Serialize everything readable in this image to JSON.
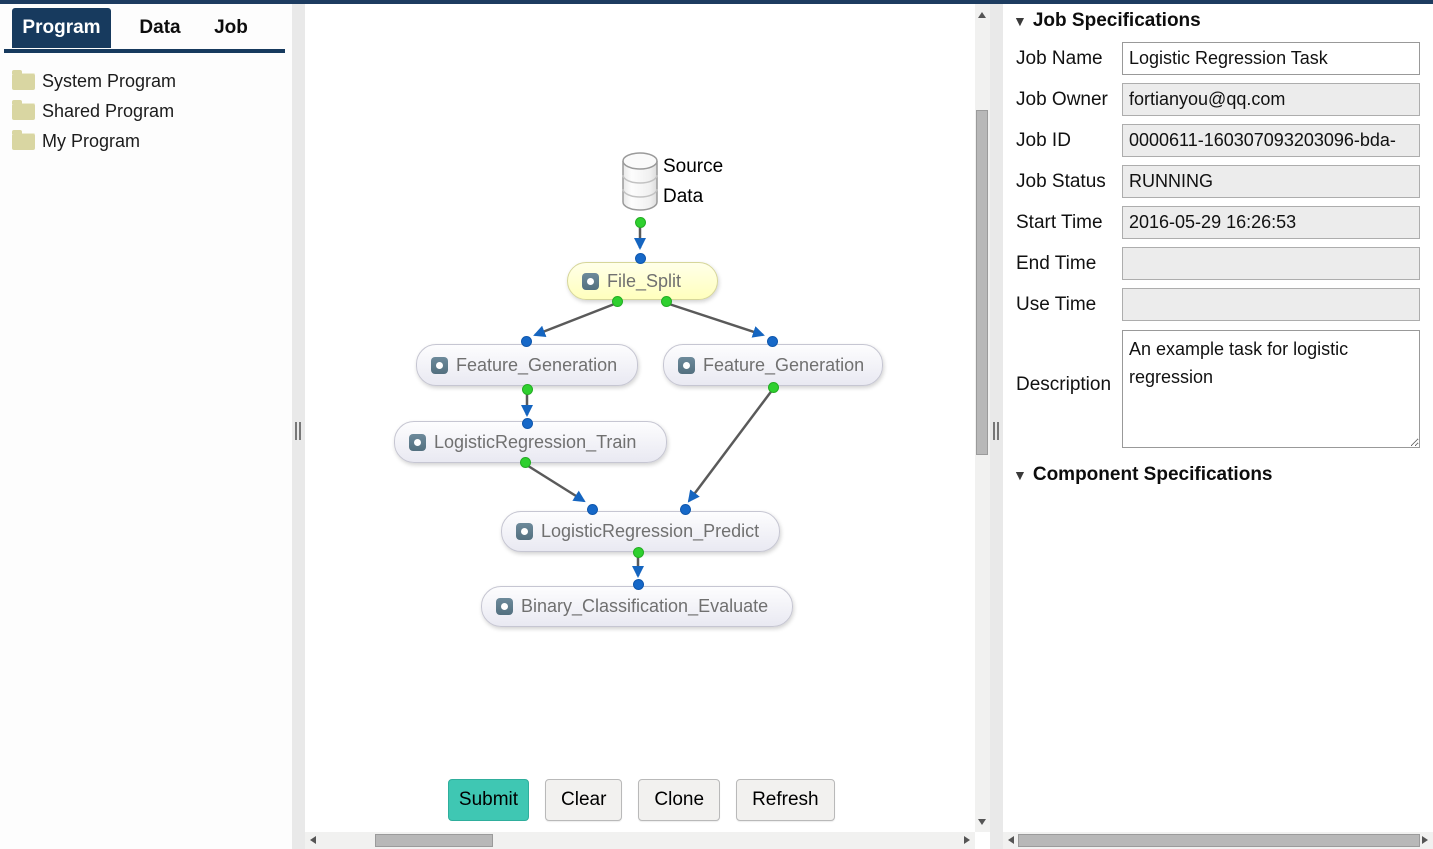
{
  "tabs": [
    {
      "label": "Program",
      "active": true
    },
    {
      "label": "Data",
      "active": false
    },
    {
      "label": "Job",
      "active": false
    }
  ],
  "sidebar": {
    "items": [
      {
        "label": "System Program"
      },
      {
        "label": "Shared Program"
      },
      {
        "label": "My Program"
      }
    ]
  },
  "canvas": {
    "source_node": {
      "line1": "Source",
      "line2": "Data"
    },
    "nodes": [
      {
        "label": "File_Split"
      },
      {
        "label": "Feature_Generation"
      },
      {
        "label": "Feature_Generation"
      },
      {
        "label": "LogisticRegression_Train"
      },
      {
        "label": "LogisticRegression_Predict"
      },
      {
        "label": "Binary_Classification_Evaluate"
      }
    ],
    "buttons": {
      "submit": "Submit",
      "clear": "Clear",
      "clone": "Clone",
      "refresh": "Refresh"
    }
  },
  "job_panel": {
    "title": "Job Specifications",
    "fields": [
      {
        "label": "Job Name",
        "value": "Logistic Regression Task"
      },
      {
        "label": "Job Owner",
        "value": "fortianyou@qq.com"
      },
      {
        "label": "Job ID",
        "value": "0000611-160307093203096-bda-"
      },
      {
        "label": "Job Status",
        "value": "RUNNING"
      },
      {
        "label": "Start Time",
        "value": "2016-05-29 16:26:53"
      },
      {
        "label": "End Time",
        "value": ""
      },
      {
        "label": "Use Time",
        "value": ""
      }
    ],
    "description": {
      "label": "Description",
      "value": "An example task for logistic regression"
    },
    "component_title": "Component Specifications"
  },
  "colors": {
    "navy": "#1d3c60",
    "submit_teal": "#3fc7b3",
    "node_yellow": "#ffffcf",
    "port_green": "#2fd02f",
    "port_blue": "#1668c8",
    "folder_khaki": "#d9d6a2"
  }
}
